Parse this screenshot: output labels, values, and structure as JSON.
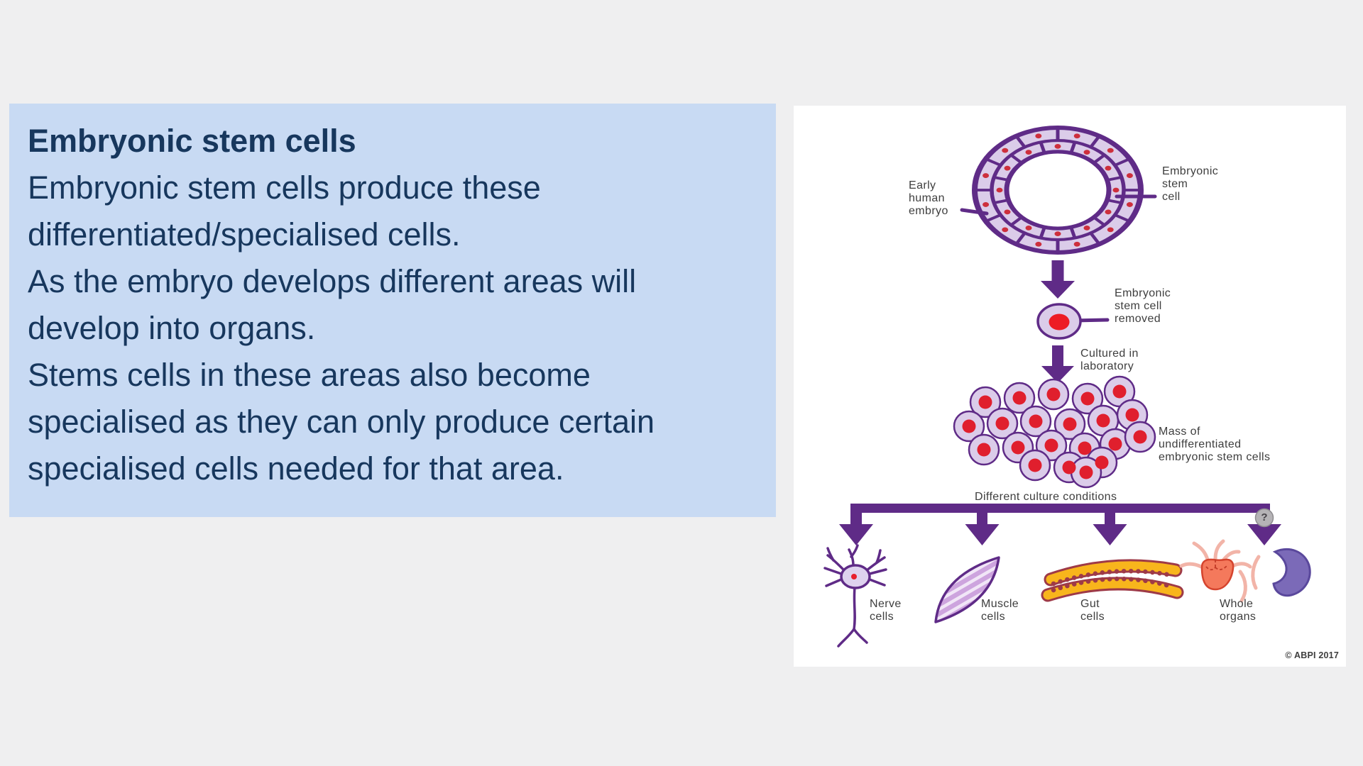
{
  "slide": {
    "text_panel": {
      "title": "Embryonic stem cells",
      "lines": [
        "Embryonic stem cells produce these",
        "differentiated/specialised cells.",
        "As the embryo develops different areas will",
        "develop into organs.",
        "Stems cells in these areas also become",
        "specialised as they can only produce certain",
        "specialised cells needed for that area."
      ]
    },
    "diagram": {
      "labels": {
        "early_human_embryo": [
          "Early",
          "human",
          "embryo"
        ],
        "embryonic_stem_cell": [
          "Embryonic",
          "stem",
          "cell"
        ],
        "embryonic_stem_cell_removed": [
          "Embryonic",
          "stem cell",
          "removed"
        ],
        "cultured_in_laboratory": [
          "Cultured in",
          "laboratory"
        ],
        "mass_of_cells": [
          "Mass of",
          "undifferentiated",
          "embryonic stem cells"
        ],
        "different_culture_conditions": "Different culture conditions",
        "question_mark": "?",
        "nerve_cells": [
          "Nerve",
          "cells"
        ],
        "muscle_cells": [
          "Muscle",
          "cells"
        ],
        "gut_cells": [
          "Gut",
          "cells"
        ],
        "whole_organs": [
          "Whole",
          "organs"
        ],
        "copyright": "© ABPI 2017"
      },
      "icon_names": [
        "early-embryo-ring-icon",
        "down-arrow-icon",
        "stem-cell-icon",
        "cell-mass-icon",
        "branch-bar-icon",
        "neuron-icon",
        "muscle-cell-icon",
        "gut-cells-icon",
        "stomach-organ-icon",
        "kidney-organ-icon",
        "question-badge-icon"
      ]
    },
    "colors": {
      "slide_background": "#efeff0",
      "textbox_background": "#c8daf3",
      "text_navy": "#17375d",
      "diagram_purple": "#5f2b87",
      "cell_fill": "#dbcce9",
      "nucleus_red": "#ed1c24",
      "gut_yellow": "#f8b51c",
      "gut_outline": "#9e3a47",
      "organ_salmon": "#f4795c",
      "organ_vessel_pink": "#f2b4a8",
      "kidney_purple": "#7b6ab8",
      "label_gray": "#3e3e3e"
    }
  }
}
